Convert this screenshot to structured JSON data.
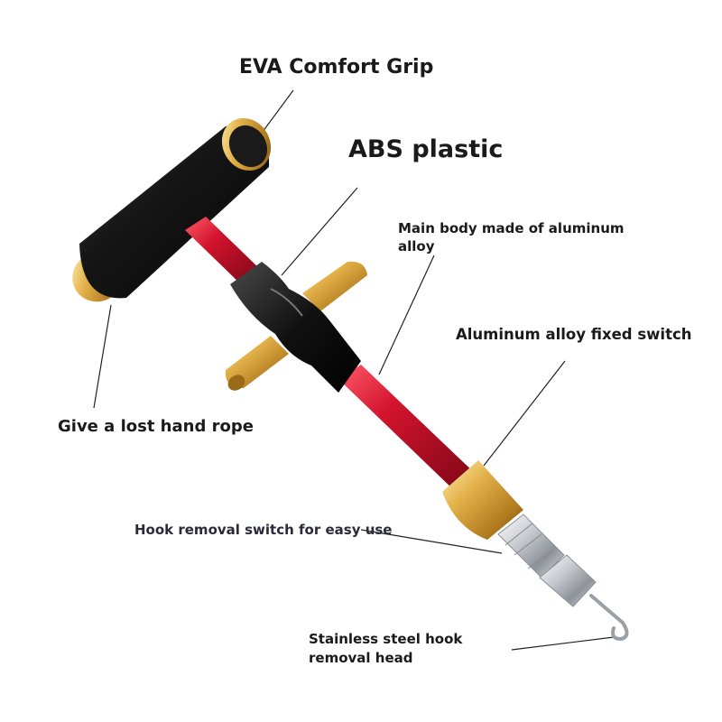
{
  "labels": {
    "eva_grip": "EVA Comfort Grip",
    "abs_plastic": "ABS plastic",
    "main_body": "Main body made of aluminum alloy",
    "fixed_switch": "Aluminum alloy fixed switch",
    "hand_rope": "Give a lost hand rope",
    "removal_switch": "Hook removal switch for easy use",
    "steel_head": "Stainless steel hook removal head"
  },
  "colors": {
    "shaft_red": "#c8102e",
    "gold_accent": "#d9a53a",
    "grip_black": "#141414",
    "chrome": "#c9ccd1"
  }
}
